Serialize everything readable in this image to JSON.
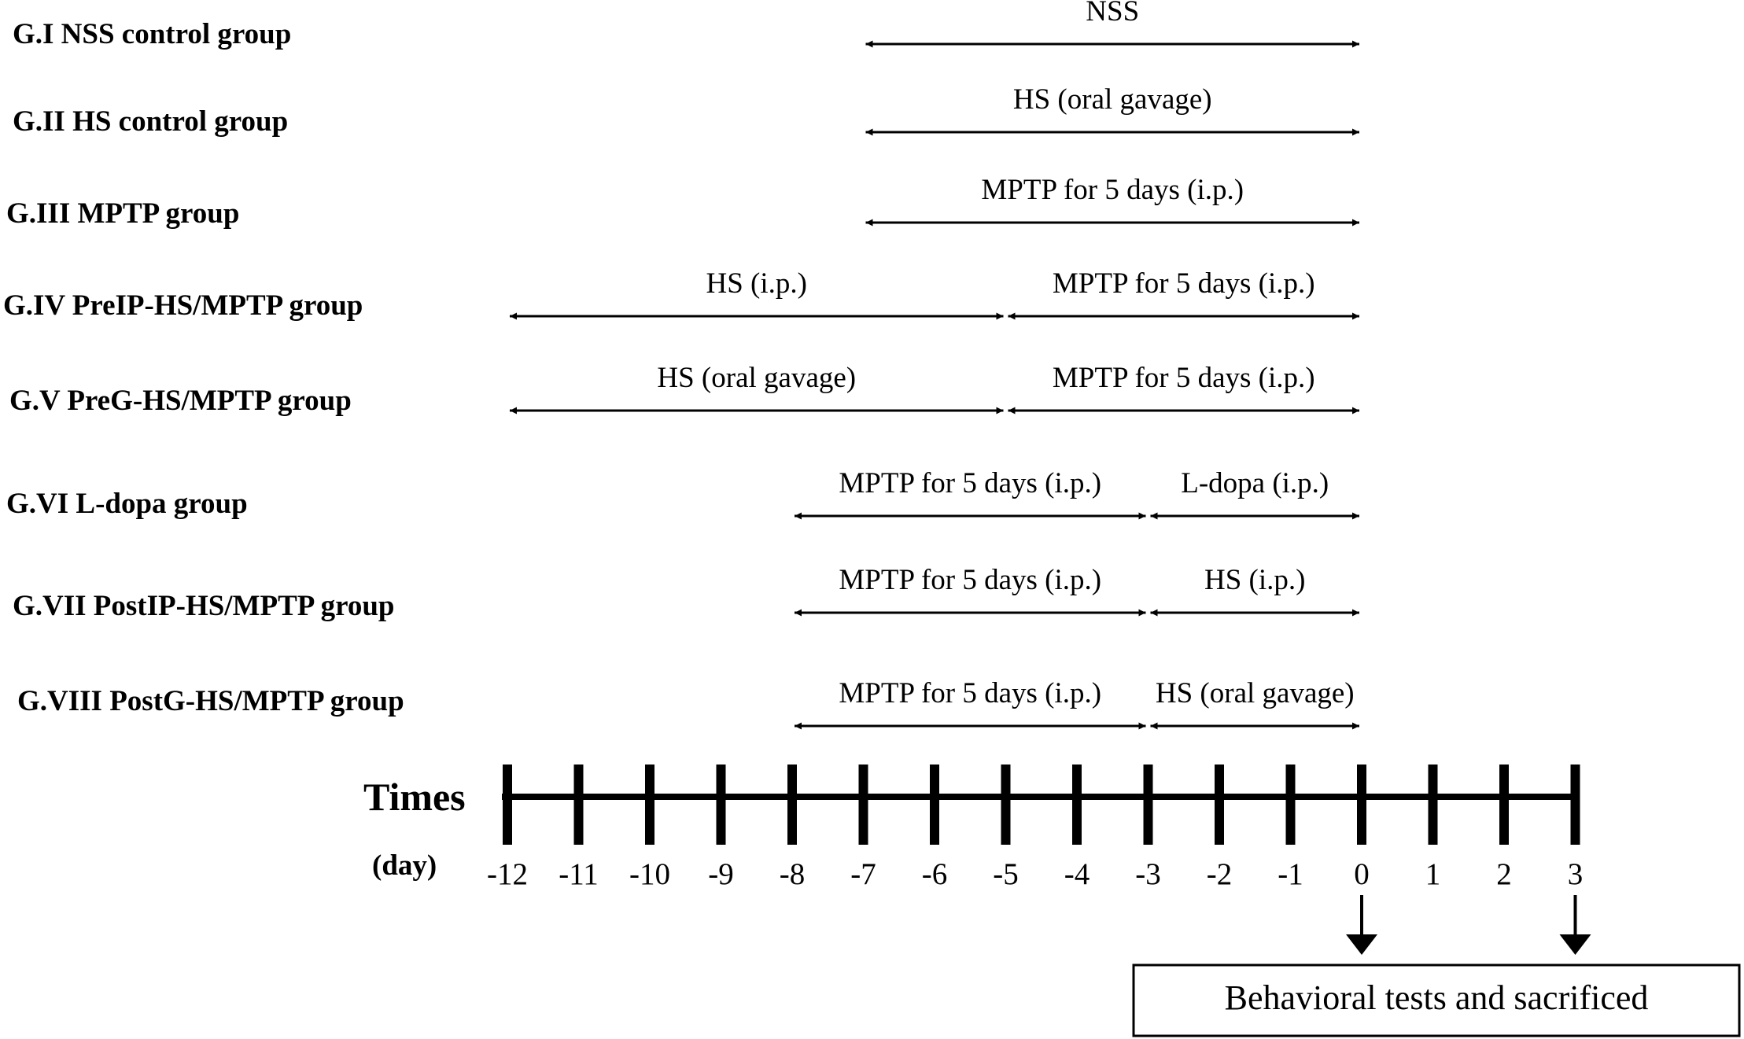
{
  "groups": [
    {
      "label": "G.I NSS control group",
      "segments": [
        {
          "from": -7,
          "to": 0,
          "label": "NSS"
        }
      ]
    },
    {
      "label": "G.II HS control group",
      "segments": [
        {
          "from": -7,
          "to": 0,
          "label": "HS (oral gavage)"
        }
      ]
    },
    {
      "label": "G.III MPTP group",
      "segments": [
        {
          "from": -7,
          "to": 0,
          "label": "MPTP for 5 days (i.p.)"
        }
      ]
    },
    {
      "label": "G.IV PreIP-HS/MPTP group",
      "segments": [
        {
          "from": -12,
          "to": -5,
          "label": "HS (i.p.)"
        },
        {
          "from": -5,
          "to": 0,
          "label": "MPTP for 5 days (i.p.)"
        }
      ]
    },
    {
      "label": "G.V PreG-HS/MPTP group",
      "segments": [
        {
          "from": -12,
          "to": -5,
          "label": "HS (oral gavage)"
        },
        {
          "from": -5,
          "to": 0,
          "label": "MPTP for 5 days (i.p.)"
        }
      ]
    },
    {
      "label": "G.VI L-dopa group",
      "segments": [
        {
          "from": -8,
          "to": -3,
          "label": "MPTP for 5 days (i.p.)"
        },
        {
          "from": -3,
          "to": 0,
          "label": "L-dopa (i.p.)"
        }
      ]
    },
    {
      "label": "G.VII PostIP-HS/MPTP group",
      "segments": [
        {
          "from": -8,
          "to": -3,
          "label": "MPTP for 5 days (i.p.)"
        },
        {
          "from": -3,
          "to": 0,
          "label": "HS (i.p.)"
        }
      ]
    },
    {
      "label": "G.VIII PostG-HS/MPTP group",
      "segments": [
        {
          "from": -8,
          "to": -3,
          "label": "MPTP for 5 days (i.p.)"
        },
        {
          "from": -3,
          "to": 0,
          "label": "HS (oral gavage)"
        }
      ]
    }
  ],
  "timeline": {
    "title": "Times",
    "unit": "(day)",
    "ticks": [
      "-12",
      "-11",
      "-10",
      "-9",
      "-8",
      "-7",
      "-6",
      "-5",
      "-4",
      "-3",
      "-2",
      "-1",
      "0",
      "1",
      "2",
      "3"
    ],
    "marked_days": [
      0,
      3
    ]
  },
  "note": "Behavioral tests and sacrificed"
}
